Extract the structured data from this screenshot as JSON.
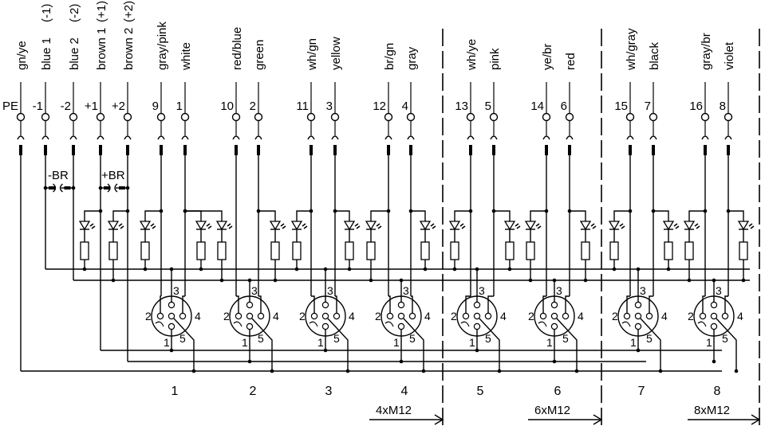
{
  "terminals": [
    {
      "label": "PE",
      "wire": "gn/ye",
      "polarity": ""
    },
    {
      "label": "-1",
      "wire": "blue 1",
      "polarity": "(-1)"
    },
    {
      "label": "-2",
      "wire": "blue 2",
      "polarity": "(-2)"
    },
    {
      "label": "+1",
      "wire": "brown 1",
      "polarity": "(+1)"
    },
    {
      "label": "+2",
      "wire": "brown 2",
      "polarity": "(+2)"
    },
    {
      "label": "9",
      "wire": "gray/pink",
      "polarity": ""
    },
    {
      "label": "1",
      "wire": "white",
      "polarity": ""
    },
    {
      "label": "10",
      "wire": "red/blue",
      "polarity": ""
    },
    {
      "label": "2",
      "wire": "green",
      "polarity": ""
    },
    {
      "label": "11",
      "wire": "wh/gn",
      "polarity": ""
    },
    {
      "label": "3",
      "wire": "yellow",
      "polarity": ""
    },
    {
      "label": "12",
      "wire": "br/gn",
      "polarity": ""
    },
    {
      "label": "4",
      "wire": "gray",
      "polarity": ""
    },
    {
      "label": "13",
      "wire": "wh/ye",
      "polarity": ""
    },
    {
      "label": "5",
      "wire": "pink",
      "polarity": ""
    },
    {
      "label": "14",
      "wire": "ye/br",
      "polarity": ""
    },
    {
      "label": "6",
      "wire": "red",
      "polarity": ""
    },
    {
      "label": "15",
      "wire": "wh/gray",
      "polarity": ""
    },
    {
      "label": "7",
      "wire": "black",
      "polarity": ""
    },
    {
      "label": "16",
      "wire": "gray/br",
      "polarity": ""
    },
    {
      "label": "8",
      "wire": "violet",
      "polarity": ""
    }
  ],
  "bridges": [
    {
      "label": "-BR"
    },
    {
      "label": "+BR"
    }
  ],
  "connectors": [
    {
      "number": "1",
      "pins": [
        "1",
        "2",
        "3",
        "4",
        "5"
      ]
    },
    {
      "number": "2",
      "pins": [
        "1",
        "2",
        "3",
        "4",
        "5"
      ]
    },
    {
      "number": "3",
      "pins": [
        "1",
        "2",
        "3",
        "4",
        "5"
      ]
    },
    {
      "number": "4",
      "pins": [
        "1",
        "2",
        "3",
        "4",
        "5"
      ]
    },
    {
      "number": "5",
      "pins": [
        "1",
        "2",
        "3",
        "4",
        "5"
      ]
    },
    {
      "number": "6",
      "pins": [
        "1",
        "2",
        "3",
        "4",
        "5"
      ]
    },
    {
      "number": "7",
      "pins": [
        "1",
        "2",
        "3",
        "4",
        "5"
      ]
    },
    {
      "number": "8",
      "pins": [
        "1",
        "2",
        "3",
        "4",
        "5"
      ]
    }
  ],
  "variants": [
    {
      "label": "4xM12"
    },
    {
      "label": "6xM12"
    },
    {
      "label": "8xM12"
    }
  ],
  "colors": {
    "ink": "#000000",
    "background": "#ffffff"
  }
}
